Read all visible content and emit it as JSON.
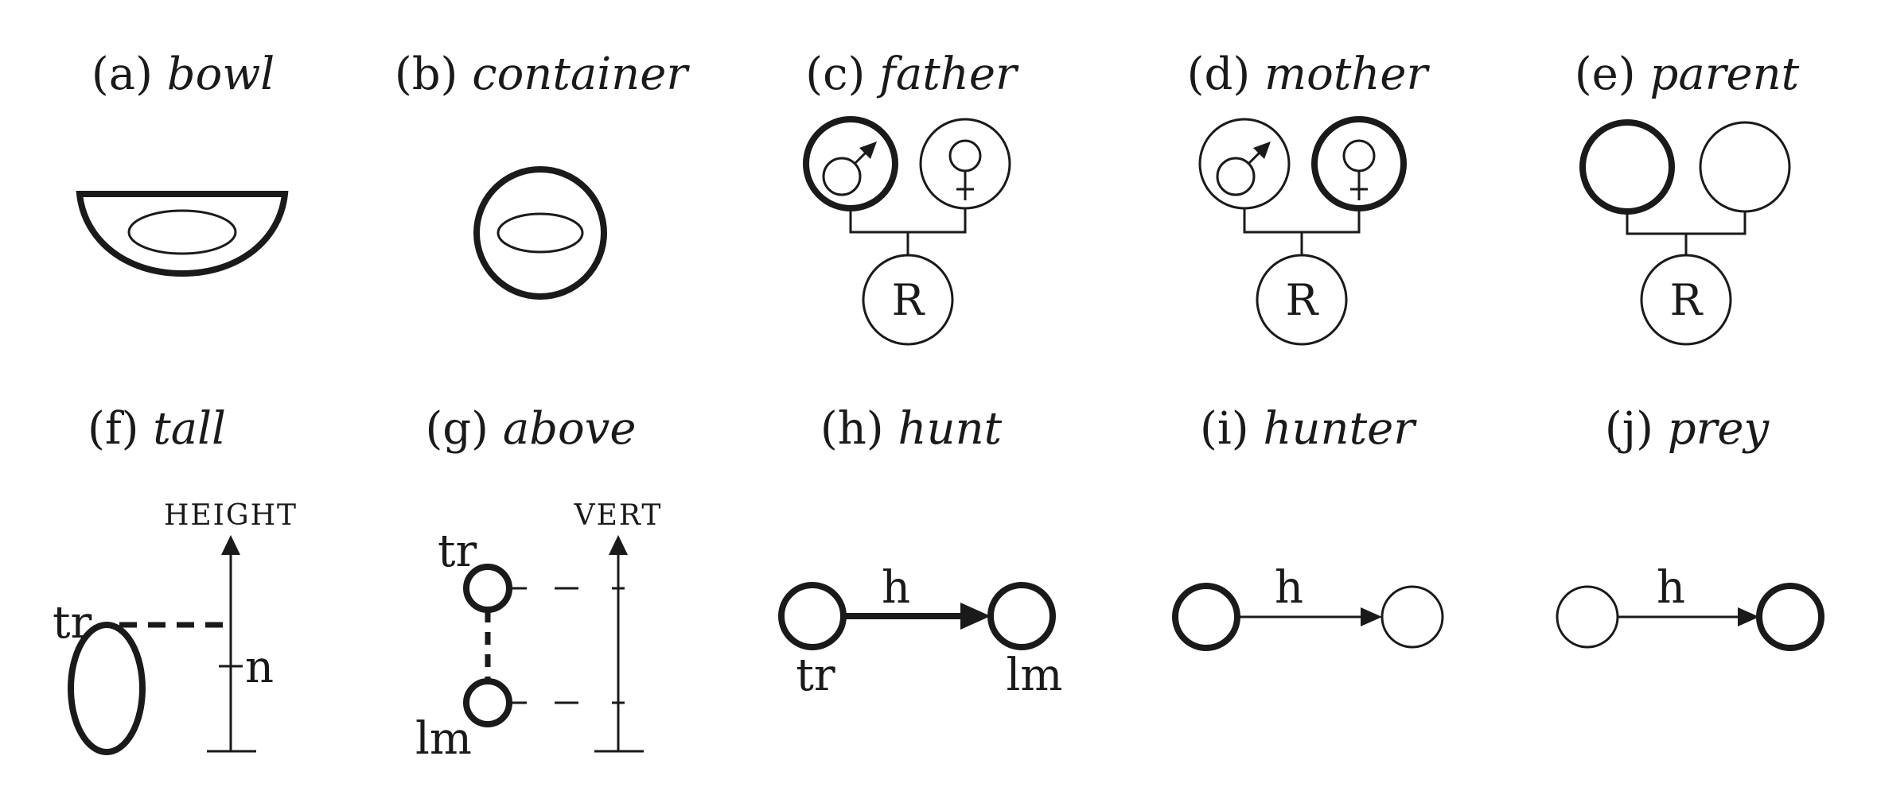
{
  "panels": [
    {
      "letter": "(a)",
      "word": "bowl"
    },
    {
      "letter": "(b)",
      "word": "container"
    },
    {
      "letter": "(c)",
      "word": "father"
    },
    {
      "letter": "(d)",
      "word": "mother"
    },
    {
      "letter": "(e)",
      "word": "parent"
    },
    {
      "letter": "(f)",
      "word": "tall"
    },
    {
      "letter": "(g)",
      "word": "above"
    },
    {
      "letter": "(h)",
      "word": "hunt"
    },
    {
      "letter": "(i)",
      "word": "hunter"
    },
    {
      "letter": "(j)",
      "word": "prey"
    }
  ],
  "labels": {
    "referent": "R",
    "trajector": "tr",
    "landmark": "lm",
    "height_axis": "HEIGHT",
    "vertical_axis": "VERT",
    "norm": "n",
    "hunt_relation": "h"
  },
  "symbols": {
    "male": "♂",
    "female": "♀"
  }
}
